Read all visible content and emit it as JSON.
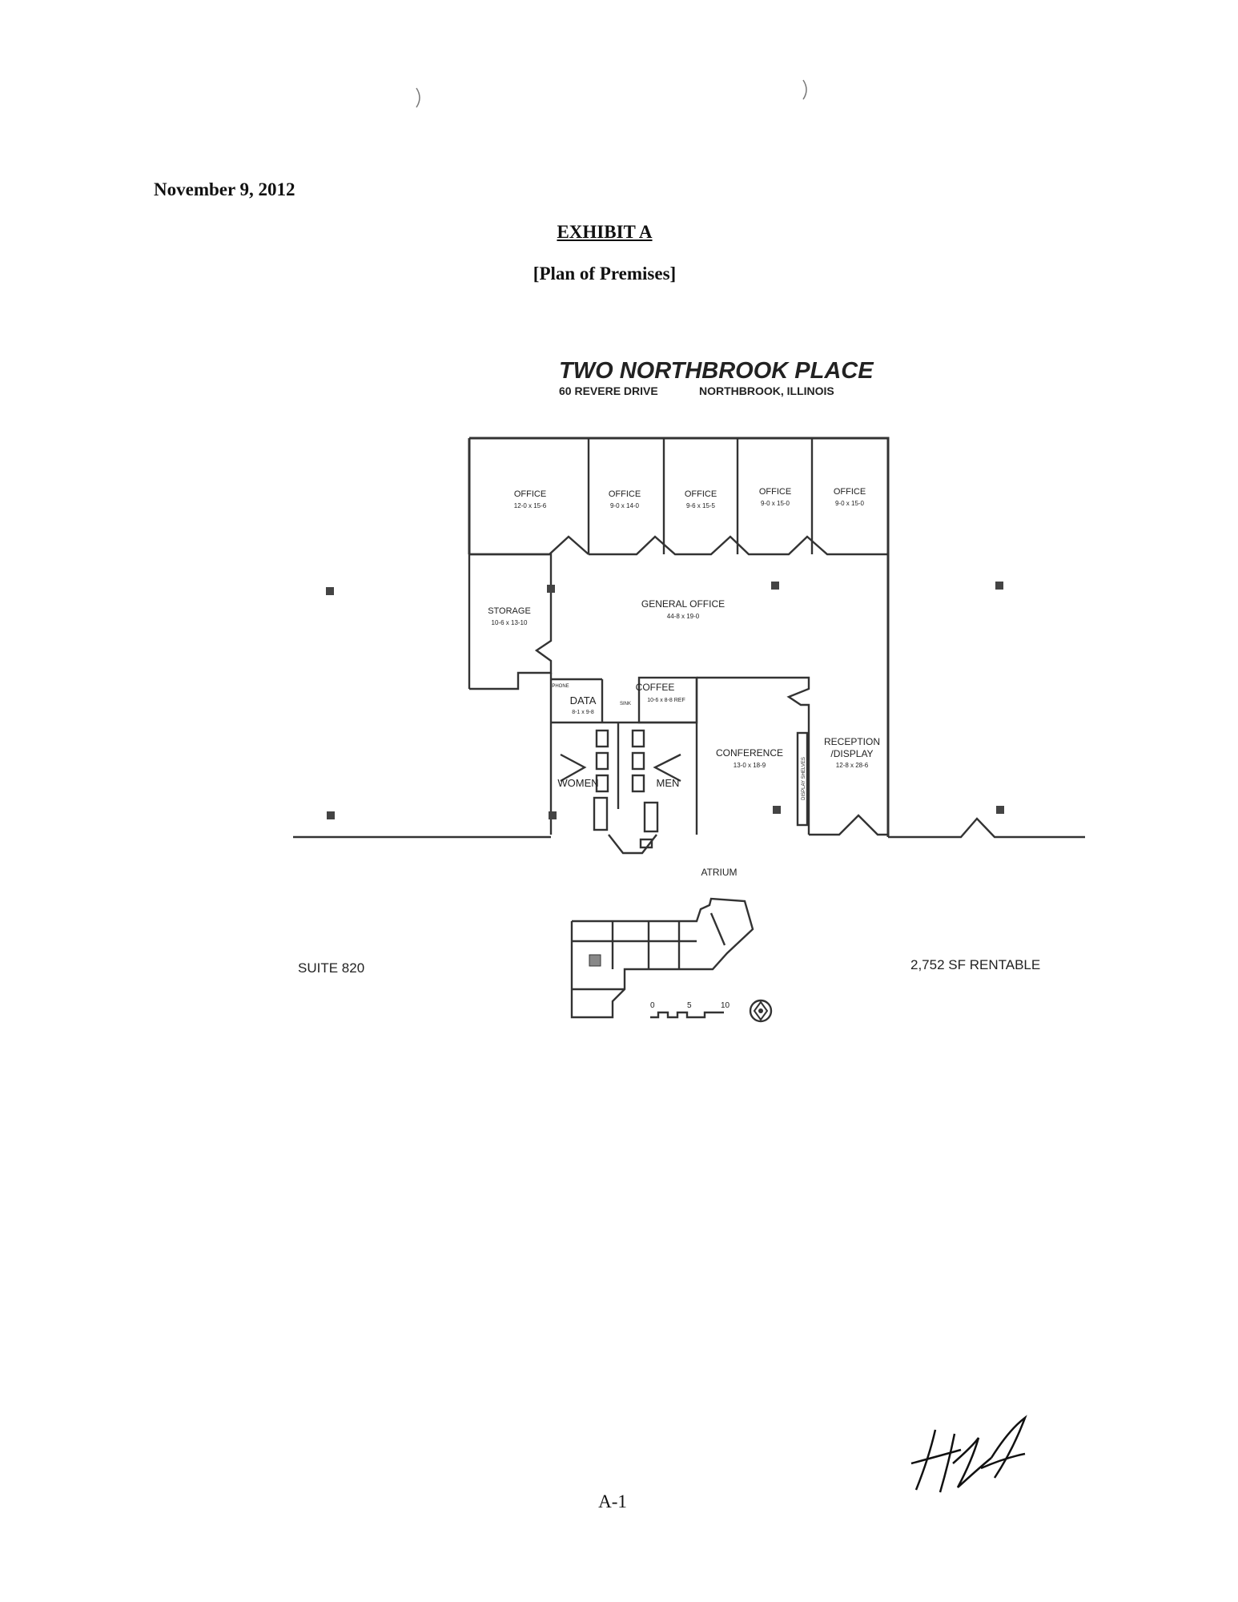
{
  "document": {
    "date": "November 9, 2012",
    "exhibit_title": "EXHIBIT A",
    "subtitle": "[Plan of Premises]",
    "page_number": "A-1"
  },
  "floor_plan": {
    "building_name": "TWO NORTHBROOK PLACE",
    "address_left": "60 REVERE DRIVE",
    "address_right": "NORTHBROOK, ILLINOIS",
    "suite": "SUITE 820",
    "area": "2,752 SF RENTABLE",
    "atrium_label": "ATRIUM",
    "rooms": {
      "office_1": {
        "label": "OFFICE",
        "dims": "12-0 x 15-6"
      },
      "office_2": {
        "label": "OFFICE",
        "dims": "9-0 x 14-0"
      },
      "office_3": {
        "label": "OFFICE",
        "dims": "9-6 x 15-5"
      },
      "office_4": {
        "label": "OFFICE",
        "dims": "9-0 x 15-0"
      },
      "office_5": {
        "label": "OFFICE",
        "dims": "9-0 x 15-0"
      },
      "storage": {
        "label": "STORAGE",
        "dims": "10-6 x 13-10"
      },
      "general_office": {
        "label": "GENERAL OFFICE",
        "dims": "44-8 x 19-0"
      },
      "phone": {
        "label": "PHONE"
      },
      "data": {
        "label": "DATA",
        "dims": "8-1 x 9-8"
      },
      "coffee": {
        "label": "COFFEE",
        "dims": "10-6 x 8-8 REF"
      },
      "sink": {
        "label": "SINK"
      },
      "conference": {
        "label": "CONFERENCE",
        "dims": "13-0 x 18-9"
      },
      "reception": {
        "label_line1": "RECEPTION",
        "label_line2": "/DISPLAY",
        "dims": "12-8 x 28-6"
      },
      "display_shelves": {
        "label": "DISPLAY SHELVES"
      },
      "women": {
        "label": "WOMEN"
      },
      "men": {
        "label": "MEN"
      }
    },
    "scale_bar": {
      "labels": [
        "0",
        "5",
        "10"
      ]
    }
  },
  "colors": {
    "ink": "#111111",
    "line": "#333333"
  }
}
